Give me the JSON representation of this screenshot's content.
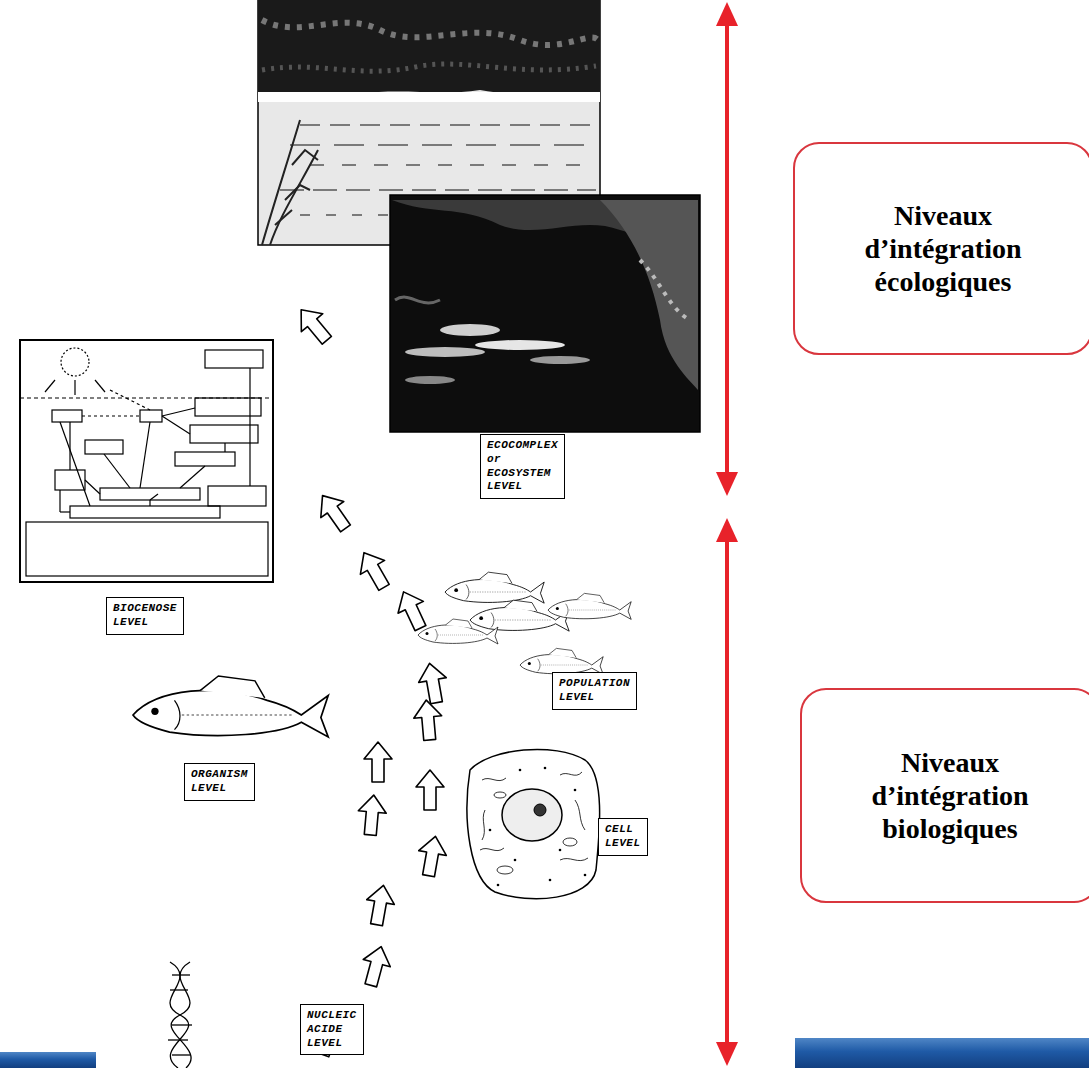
{
  "diagram": {
    "nodes": [
      {
        "text": [
          "Niveaux d’intégration écologiques"
        ]
      },
      {
        "text": [
          "ECOCOMPLEX or ECOSYSTEM LEVEL"
        ]
      },
      {
        "text": [
          "BIOCENOSE LEVEL"
        ]
      },
      {
        "text": [
          "POPULATION LEVEL"
        ]
      },
      {
        "text": [
          "Niveaux d’intégration biologiques"
        ]
      },
      {
        "text": [
          "ORGANISM LEVEL"
        ]
      },
      {
        "text": [
          "CELL LEVEL"
        ]
      },
      {
        "text": [
          "NUCLEIC ACIDE LEVEL"
        ]
      }
    ]
  }
}
